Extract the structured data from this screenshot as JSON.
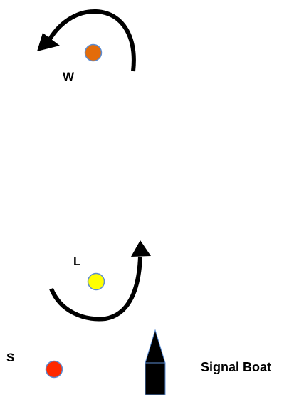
{
  "marks": {
    "windward": {
      "label": "W",
      "color": "#E36C0A"
    },
    "leeward": {
      "label": "L",
      "color": "#FFFF00"
    },
    "start": {
      "label": "S",
      "color": "#FF2A00"
    }
  },
  "signal_boat": {
    "label": "Signal Boat",
    "color": "#000000"
  },
  "colors": {
    "mark_outline": "#5B8BD0",
    "arrow": "#000000"
  },
  "icons": {
    "windward_rounding": "counterclockwise-arrow-icon",
    "leeward_rounding": "clockwise-arrow-icon",
    "committee_boat": "boat-icon"
  }
}
